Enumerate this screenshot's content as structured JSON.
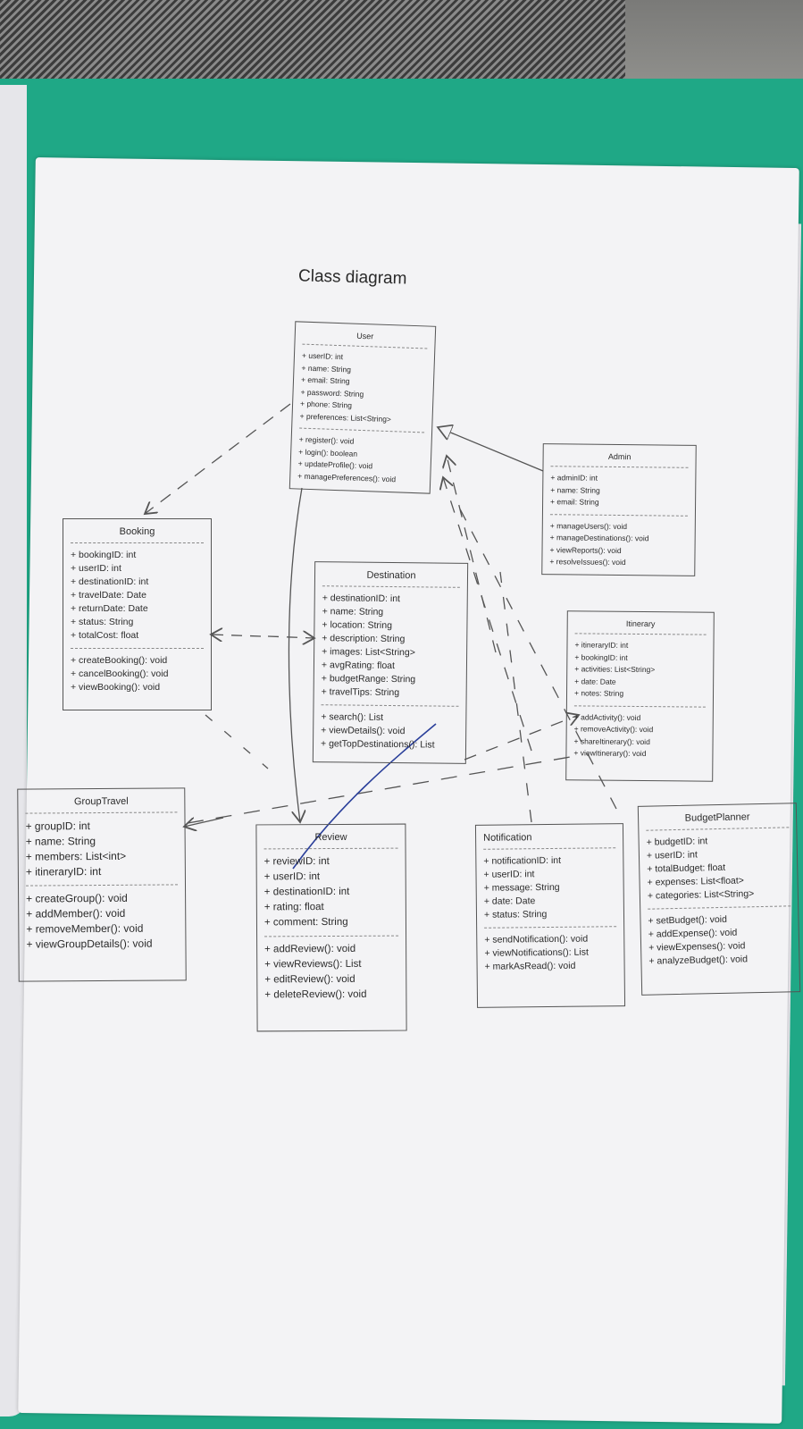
{
  "title": "Class diagram",
  "classes": {
    "user": {
      "name": "User",
      "attributes": [
        "+ userID: int",
        "+ name: String",
        "+ email: String",
        "+ password: String",
        "+ phone: String",
        "+ preferences: List<String>"
      ],
      "methods": [
        "+ register(): void",
        "+ login(): boolean",
        "+ updateProfile(): void",
        "+ managePreferences(): void"
      ]
    },
    "admin": {
      "name": "Admin",
      "attributes": [
        "+ adminID: int",
        "+ name: String",
        "+ email: String"
      ],
      "methods": [
        "+ manageUsers(): void",
        "+ manageDestinations(): void",
        "+ viewReports(): void",
        "+ resolveIssues(): void"
      ]
    },
    "booking": {
      "name": "Booking",
      "attributes": [
        "+ bookingID: int",
        "+ userID: int",
        "+ destinationID: int",
        "+ travelDate: Date",
        "+ returnDate: Date",
        "+ status: String",
        "+ totalCost: float"
      ],
      "methods": [
        "+ createBooking(): void",
        "+ cancelBooking(): void",
        "+ viewBooking(): void"
      ]
    },
    "destination": {
      "name": "Destination",
      "attributes": [
        "+ destinationID: int",
        "+ name: String",
        "+ location: String",
        "+ description: String",
        "+ images: List<String>",
        "+ avgRating: float",
        "+ budgetRange: String",
        "+ travelTips: String"
      ],
      "methods": [
        "+ search(): List",
        "+ viewDetails(): void",
        "+ getTopDestinations(): List"
      ]
    },
    "itinerary": {
      "name": "Itinerary",
      "attributes": [
        "+ itineraryID: int",
        "+ bookingID: int",
        "+ activities: List<String>",
        "+ date: Date",
        "+ notes: String"
      ],
      "methods": [
        "+ addActivity(): void",
        "+ removeActivity(): void",
        "+ shareItinerary(): void",
        "+ viewItinerary(): void"
      ]
    },
    "grouptravel": {
      "name": "GroupTravel",
      "attributes": [
        "+ groupID: int",
        "+ name: String",
        "+ members: List<int>",
        "+ itineraryID: int"
      ],
      "methods": [
        "+ createGroup(): void",
        "+ addMember(): void",
        "+ removeMember(): void",
        "+ viewGroupDetails(): void"
      ]
    },
    "review": {
      "name": "Review",
      "attributes": [
        "+ reviewID: int",
        "+ userID: int",
        "+ destinationID: int",
        "+ rating: float",
        "+ comment: String"
      ],
      "methods": [
        "+ addReview(): void",
        "+ viewReviews(): List",
        "+ editReview(): void",
        "+ deleteReview(): void"
      ]
    },
    "notification": {
      "name": "Notification",
      "attributes": [
        "+ notificationID: int",
        "+ userID: int",
        "+ message: String",
        "+ date: Date",
        "+ status: String"
      ],
      "methods": [
        "+ sendNotification(): void",
        "+ viewNotifications(): List",
        "+ markAsRead(): void"
      ]
    },
    "budgetplanner": {
      "name": "BudgetPlanner",
      "attributes": [
        "+ budgetID: int",
        "+ userID: int",
        "+ totalBudget: float",
        "+ expenses: List<float>",
        "+ categories: List<String>"
      ],
      "methods": [
        "+ setBudget(): void",
        "+ addExpense(): void",
        "+ viewExpenses(): void",
        "+ analyzeBudget(): void"
      ]
    }
  },
  "colors": {
    "folder": "#1fa886",
    "paper": "#f3f3f5",
    "ink": "#2b2b2b",
    "pen": "#2a3f9a"
  }
}
